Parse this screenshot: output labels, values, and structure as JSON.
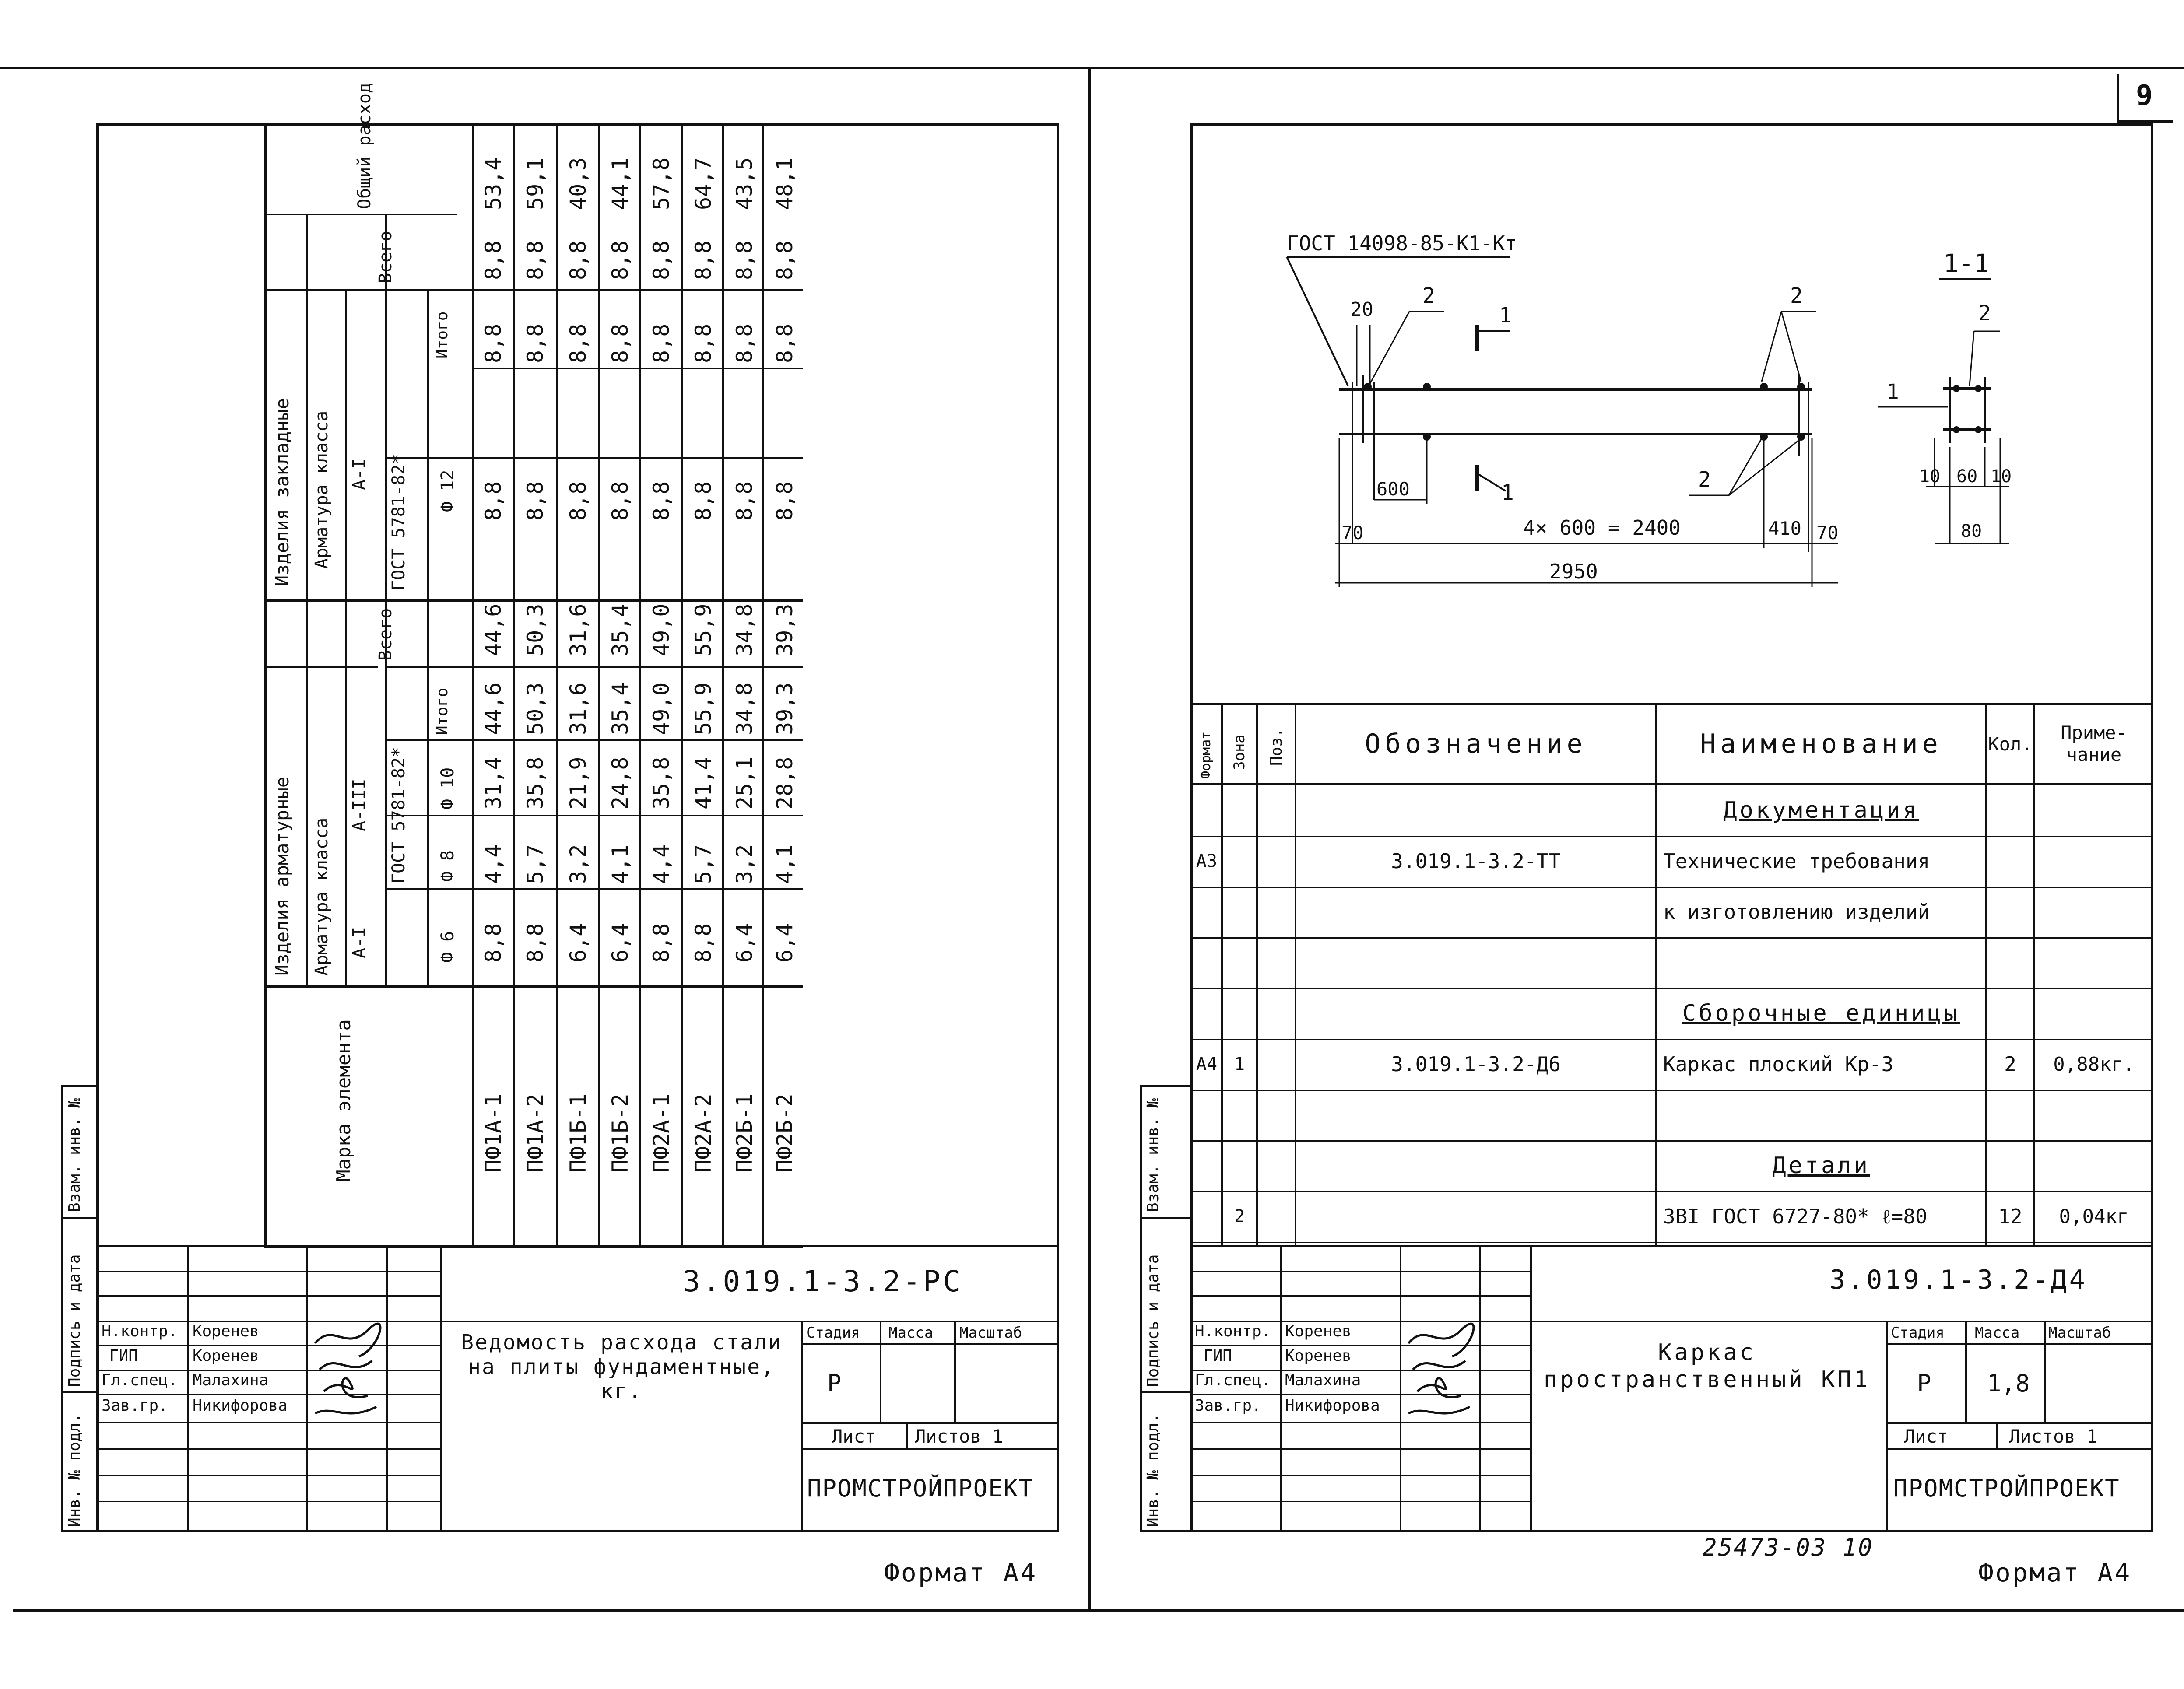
{
  "page_number": "9",
  "left_sheet": {
    "table_header": {
      "marka": "Марка элемента",
      "group_rebar": "Изделия арматурные",
      "group_embedded": "Изделия закладные",
      "armatura_klassa": "Арматура класса",
      "class_a1": "А-I",
      "class_a3": "А-III",
      "class_a1_embedded": "А-I",
      "gost_rebar": "ГОСТ 5781-82*",
      "gost_embedded": "ГОСТ 5781-82*",
      "vsego": "Всего",
      "vsego_2": "Всего",
      "itogo": "Итого",
      "itogo_2": "Итого",
      "obshchiy": "Общий расход",
      "d6": "Ф 6",
      "d8": "Ф 8",
      "d10": "Ф 10",
      "d12": "Ф 12"
    },
    "rows": [
      {
        "marka": "ПФ1А-1",
        "d6": "8,8",
        "d8": "4,4",
        "d10": "31,4",
        "itogo": "44,6",
        "vsego": "44,6",
        "d12": "8,8",
        "itogo2": "8,8",
        "vsego2": "8,8",
        "total": "53,4"
      },
      {
        "marka": "ПФ1А-2",
        "d6": "8,8",
        "d8": "5,7",
        "d10": "35,8",
        "itogo": "50,3",
        "vsego": "50,3",
        "d12": "8,8",
        "itogo2": "8,8",
        "vsego2": "8,8",
        "total": "59,1"
      },
      {
        "marka": "ПФ1Б-1",
        "d6": "6,4",
        "d8": "3,2",
        "d10": "21,9",
        "itogo": "31,6",
        "vsego": "31,6",
        "d12": "8,8",
        "itogo2": "8,8",
        "vsego2": "8,8",
        "total": "40,3"
      },
      {
        "marka": "ПФ1Б-2",
        "d6": "6,4",
        "d8": "4,1",
        "d10": "24,8",
        "itogo": "35,4",
        "vsego": "35,4",
        "d12": "8,8",
        "itogo2": "8,8",
        "vsego2": "8,8",
        "total": "44,1"
      },
      {
        "marka": "ПФ2А-1",
        "d6": "8,8",
        "d8": "4,4",
        "d10": "35,8",
        "itogo": "49,0",
        "vsego": "49,0",
        "d12": "8,8",
        "itogo2": "8,8",
        "vsego2": "8,8",
        "total": "57,8"
      },
      {
        "marka": "ПФ2А-2",
        "d6": "8,8",
        "d8": "5,7",
        "d10": "41,4",
        "itogo": "55,9",
        "vsego": "55,9",
        "d12": "8,8",
        "itogo2": "8,8",
        "vsego2": "8,8",
        "total": "64,7"
      },
      {
        "marka": "ПФ2Б-1",
        "d6": "6,4",
        "d8": "3,2",
        "d10": "25,1",
        "itogo": "34,8",
        "vsego": "34,8",
        "d12": "8,8",
        "itogo2": "8,8",
        "vsego2": "8,8",
        "total": "43,5"
      },
      {
        "marka": "ПФ2Б-2",
        "d6": "6,4",
        "d8": "4,1",
        "d10": "28,8",
        "itogo": "39,3",
        "vsego": "39,3",
        "d12": "8,8",
        "itogo2": "8,8",
        "vsego2": "8,8",
        "total": "48,1"
      }
    ],
    "side_stamp": {
      "inv_podl": "Инв. № подл.",
      "podpis_data": "Подпись и дата",
      "vzam_inv": "Взам. инв. №"
    },
    "title_block": {
      "code": "3.019.1-3.2-РС",
      "title": "Ведомость расхода стали на плиты фундаментные, кг.",
      "stadia_label": "Стадия",
      "massa_label": "Масса",
      "masshtab_label": "Масштаб",
      "stadia": "Р",
      "massa": "",
      "list_label": "Лист",
      "listov_label": "Листов 1",
      "org": "ПРОМСТРОЙПРОЕКТ",
      "signers": [
        {
          "role": "Н.контр.",
          "name": "Коренев"
        },
        {
          "role": "ГИП",
          "name": "Коренев"
        },
        {
          "role": "Гл.спец.",
          "name": "Малахина"
        },
        {
          "role": "Зав.гр.",
          "name": "Никифорова"
        }
      ]
    },
    "format": "Формат А4"
  },
  "right_sheet": {
    "drawing": {
      "gost_label": "ГОСТ 14098-85-К1-Кт",
      "section_label": "1-1",
      "dims": {
        "d20": "20",
        "d600": "600",
        "d70a": "70",
        "span": "4× 600 = 2400",
        "d410": "410",
        "d70b": "70",
        "total": "2950",
        "s10a": "10",
        "s60": "60",
        "s10b": "10",
        "s80": "80"
      },
      "callouts": {
        "c2a": "2",
        "c1a": "1",
        "c2b": "2",
        "c1b": "1",
        "c2c": "2",
        "c1s": "1",
        "c2s": "2"
      }
    },
    "spec_header": {
      "format": "Формат",
      "zona": "Зона",
      "poz": "Поз.",
      "oboznachenie": "Обозначение",
      "naimenovanie": "Наименование",
      "kol": "Кол.",
      "primechanie": "Приме- чание"
    },
    "spec_rows": [
      {
        "format": "",
        "zona": "",
        "poz": "",
        "obozn": "",
        "naim": "Документация",
        "kol": "",
        "prim": "",
        "section": true
      },
      {
        "format": "А3",
        "zona": "",
        "poz": "",
        "obozn": "3.019.1-3.2-ТТ",
        "naim": "Технические требования",
        "kol": "",
        "prim": "",
        "section": false
      },
      {
        "format": "",
        "zona": "",
        "poz": "",
        "obozn": "",
        "naim": "к изготовлению изделий",
        "kol": "",
        "prim": "",
        "section": false
      },
      {
        "format": "",
        "zona": "",
        "poz": "",
        "obozn": "",
        "naim": "",
        "kol": "",
        "prim": "",
        "section": false
      },
      {
        "format": "",
        "zona": "",
        "poz": "",
        "obozn": "",
        "naim": "Сборочные единицы",
        "kol": "",
        "prim": "",
        "section": true
      },
      {
        "format": "А4",
        "zona": "1",
        "poz": "",
        "obozn": "3.019.1-3.2-Д6",
        "naim": "Каркас плоский Кр-3",
        "kol": "2",
        "prim": "0,88кг.",
        "section": false
      },
      {
        "format": "",
        "zona": "",
        "poz": "",
        "obozn": "",
        "naim": "",
        "kol": "",
        "prim": "",
        "section": false
      },
      {
        "format": "",
        "zona": "",
        "poz": "",
        "obozn": "",
        "naim": "Детали",
        "kol": "",
        "prim": "",
        "section": true
      },
      {
        "format": "",
        "zona": "2",
        "poz": "",
        "obozn": "",
        "naim": "3ВI ГОСТ 6727-80* ℓ=80",
        "kol": "12",
        "prim": "0,04кг",
        "section": false
      }
    ],
    "side_stamp": {
      "inv_podl": "Инв. № подл.",
      "podpis_data": "Подпись и дата",
      "vzam_inv": "Взам. инв. №"
    },
    "title_block": {
      "code": "3.019.1-3.2-Д4",
      "title": "Каркас пространственный КП1",
      "stadia_label": "Стадия",
      "massa_label": "Масса",
      "masshtab_label": "Масштаб",
      "stadia": "Р",
      "massa": "1,8",
      "list_label": "Лист",
      "listov_label": "Листов 1",
      "org": "ПРОМСТРОЙПРОЕКТ",
      "signers": [
        {
          "role": "Н.контр.",
          "name": "Коренев"
        },
        {
          "role": "ГИП",
          "name": "Коренев"
        },
        {
          "role": "Гл.спец.",
          "name": "Малахина"
        },
        {
          "role": "Зав.гр.",
          "name": "Никифорова"
        }
      ]
    },
    "footer_number": "25473-03 10",
    "format": "Формат А4"
  }
}
